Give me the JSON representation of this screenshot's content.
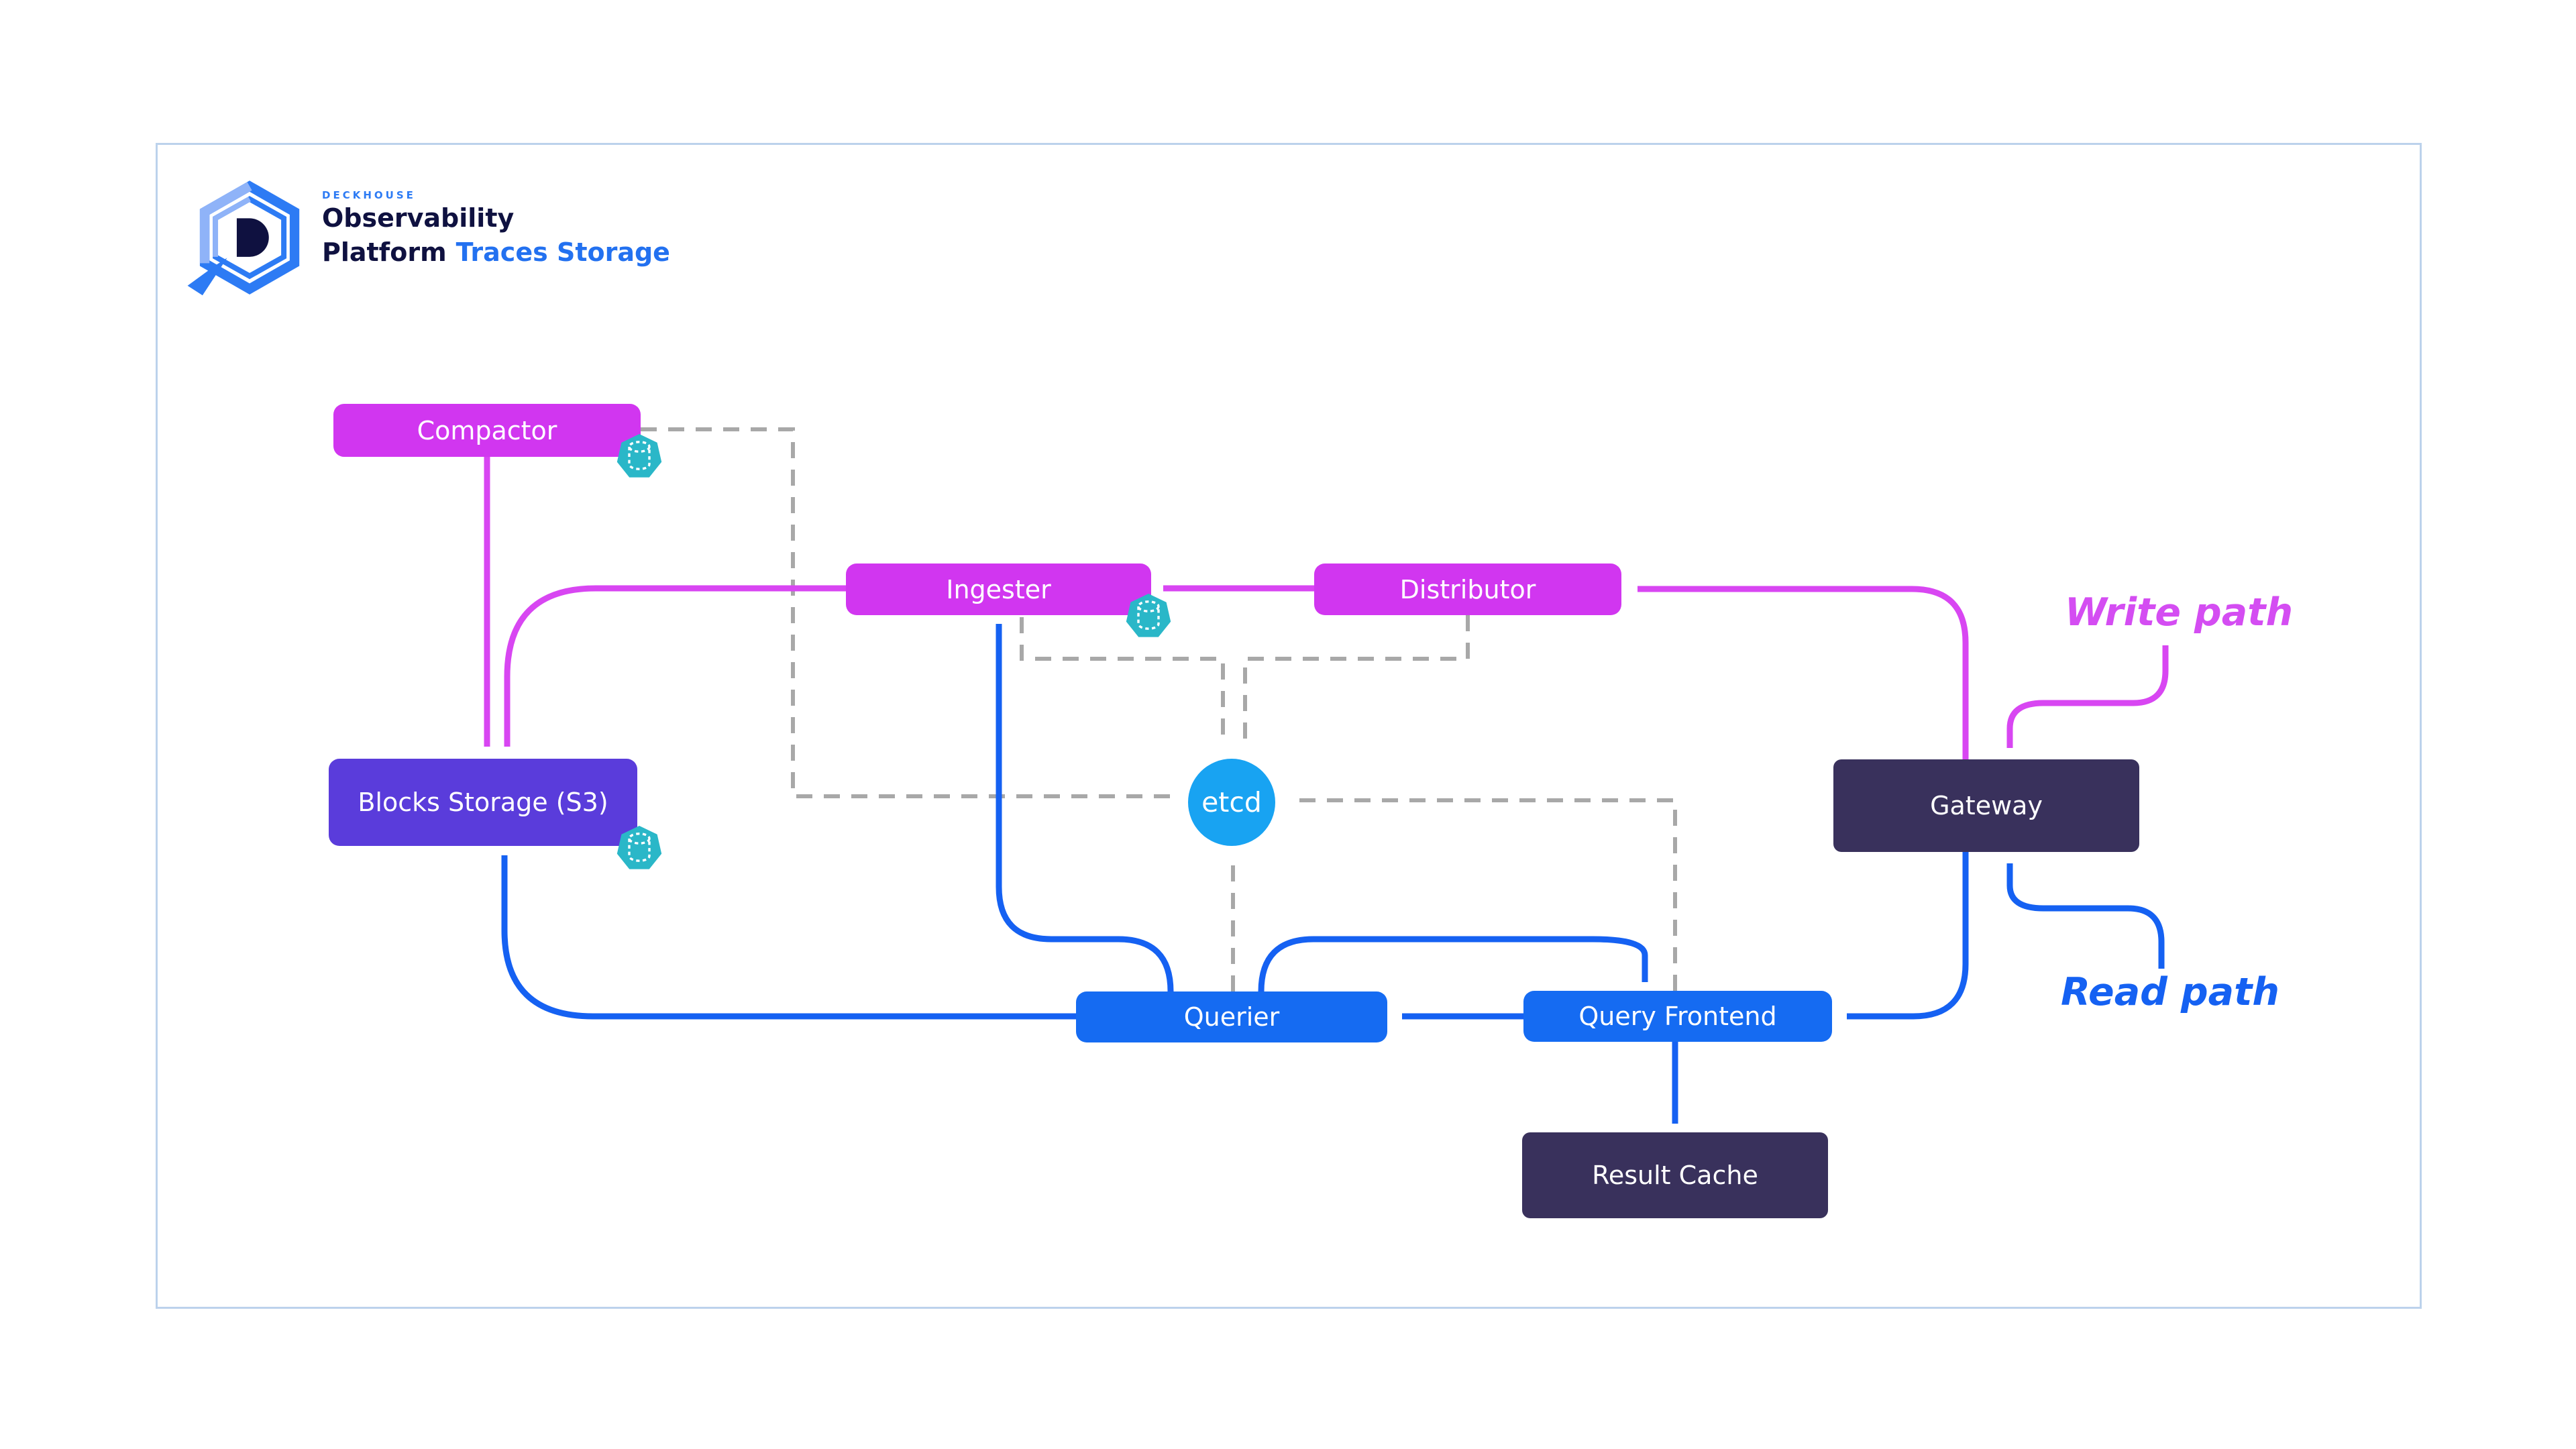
{
  "header": {
    "brand": "DECKHOUSE",
    "product_line1": "Observability",
    "product_line2": "Platform",
    "variant": "Traces Storage"
  },
  "nodes": {
    "compactor": {
      "label": "Compactor",
      "color": "#d136f0",
      "has_storage_badge": true
    },
    "ingester": {
      "label": "Ingester",
      "color": "#d136f0",
      "has_storage_badge": true
    },
    "distributor": {
      "label": "Distributor",
      "color": "#d136f0",
      "has_storage_badge": false
    },
    "blocks_storage": {
      "label": "Blocks Storage (S3)",
      "color": "#5a3cdb",
      "has_storage_badge": true
    },
    "etcd": {
      "label": "etcd",
      "color": "#18a3f2",
      "has_storage_badge": false
    },
    "gateway": {
      "label": "Gateway",
      "color": "#39315c",
      "has_storage_badge": false
    },
    "querier": {
      "label": "Querier",
      "color": "#156bf2",
      "has_storage_badge": false
    },
    "query_frontend": {
      "label": "Query Frontend",
      "color": "#156bf2",
      "has_storage_badge": false
    },
    "result_cache": {
      "label": "Result Cache",
      "color": "#39315c",
      "has_storage_badge": false
    }
  },
  "path_labels": {
    "write": "Write path",
    "read": "Read path"
  },
  "edges": [
    {
      "from": "compactor",
      "to": "blocks_storage",
      "type": "write"
    },
    {
      "from": "ingester",
      "to": "blocks_storage",
      "type": "write"
    },
    {
      "from": "distributor",
      "to": "ingester",
      "type": "write"
    },
    {
      "from": "gateway",
      "to": "distributor",
      "type": "write"
    },
    {
      "from": "write_path_label",
      "to": "gateway",
      "type": "write"
    },
    {
      "from": "gateway",
      "to": "query_frontend",
      "type": "read"
    },
    {
      "from": "query_frontend",
      "to": "querier",
      "type": "read"
    },
    {
      "from": "query_frontend",
      "to": "result_cache",
      "type": "read"
    },
    {
      "from": "querier",
      "to": "query_frontend",
      "type": "read"
    },
    {
      "from": "querier",
      "to": "ingester",
      "type": "read"
    },
    {
      "from": "querier",
      "to": "blocks_storage",
      "type": "read"
    },
    {
      "from": "read_path_label",
      "to": "gateway",
      "type": "read"
    },
    {
      "from": "compactor",
      "to": "etcd",
      "type": "meta"
    },
    {
      "from": "ingester",
      "to": "etcd",
      "type": "meta"
    },
    {
      "from": "distributor",
      "to": "etcd",
      "type": "meta"
    },
    {
      "from": "querier",
      "to": "etcd",
      "type": "meta"
    },
    {
      "from": "query_frontend",
      "to": "etcd",
      "type": "meta"
    }
  ],
  "colors": {
    "write_path": "#d846f2",
    "read_path": "#1561f2",
    "meta_links": "#a8a8a8",
    "magenta_node": "#d136f0",
    "purple_node": "#5a3cdb",
    "blue_node": "#156bf2",
    "dark_node": "#39315c",
    "etcd_node": "#18a3f2",
    "storage_badge": "#2ab7c8",
    "frame_border": "#bcd2ec",
    "brand_blue": "#2d7bf4",
    "brand_navy": "#0f1140",
    "variant_blue": "#2371f0"
  },
  "icons": {
    "logo": "deckhouse-hexagon-magnifier-icon",
    "storage_badge": "database-icon"
  }
}
